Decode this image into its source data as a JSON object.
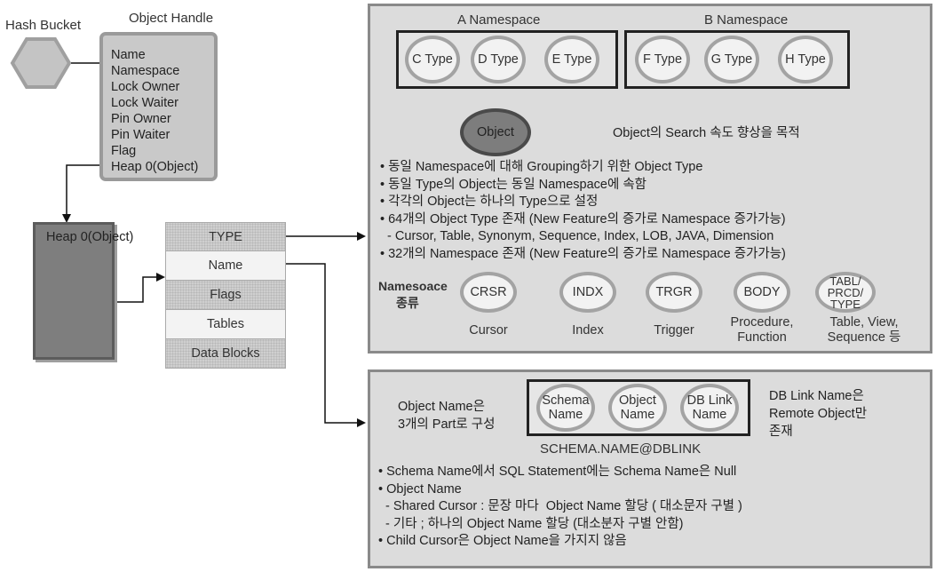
{
  "hash_bucket_label": "Hash Bucket",
  "object_handle": {
    "title": "Object Handle",
    "fields": [
      "Name",
      "Namespace",
      "Lock Owner",
      "Lock Waiter",
      "Pin Owner",
      "Pin Waiter",
      "Flag",
      "Heap 0(Object)"
    ]
  },
  "heap0_label": "Heap 0(Object)",
  "heap_table": [
    "TYPE",
    "Name",
    "Flags",
    "Tables",
    "Data Blocks"
  ],
  "namespace_panel": {
    "a_namespace_title": "A Namespace",
    "b_namespace_title": "B Namespace",
    "a_types": [
      "C Type",
      "D Type",
      "E Type"
    ],
    "b_types": [
      "F Type",
      "G Type",
      "H Type"
    ],
    "object_label": "Object",
    "object_note": "Object의 Search 속도 향상을 목적",
    "bullets": [
      "• 동일 Namespace에 대해 Grouping하기 위한 Object Type",
      "• 동일 Type의 Object는 동일 Namespace에 속함",
      "• 각각의 Object는 하나의 Type으로 설정",
      "• 64개의 Object Type 존재 (New Feature의 증가로 Namespace 증가가능)",
      "  - Cursor, Table, Synonym, Sequence, Index, LOB, JAVA, Dimension",
      "• 32개의 Namespace 존재 (New Feature의 증가로 Namespace 증가가능)"
    ],
    "kinds_label_1": "Namesoace",
    "kinds_label_2": "종류",
    "kinds": [
      {
        "code": "CRSR",
        "caption": "Cursor"
      },
      {
        "code": "INDX",
        "caption": "Index"
      },
      {
        "code": "TRGR",
        "caption": "Trigger"
      },
      {
        "code": "BODY",
        "caption": "Procedure,\nFunction"
      },
      {
        "code": "TABL/\nPRCD/\nTYPE",
        "caption": "Table, View,\nSequence 등"
      }
    ]
  },
  "name_panel": {
    "left_note_1": "Object Name은",
    "left_note_2": "3개의 Part로 구성",
    "parts": [
      "Schema\nName",
      "Object\nName",
      "DB Link\nName"
    ],
    "right_note_1": "DB Link Name은",
    "right_note_2": "Remote Object만",
    "right_note_3": "존재",
    "format": "SCHEMA.NAME@DBLINK",
    "bullets": [
      "• Schema Name에서 SQL Statement에는 Schema Name은 Null",
      "• Object Name",
      "  - Shared Cursor : 문장 마다  Object Name 할당 ( 대소문자 구별 )",
      "  - 기타 ; 하나의 Object Name 할당 (대소분자 구별 안함)",
      "• Child Cursor은 Object Name을 가지지 않음"
    ]
  }
}
